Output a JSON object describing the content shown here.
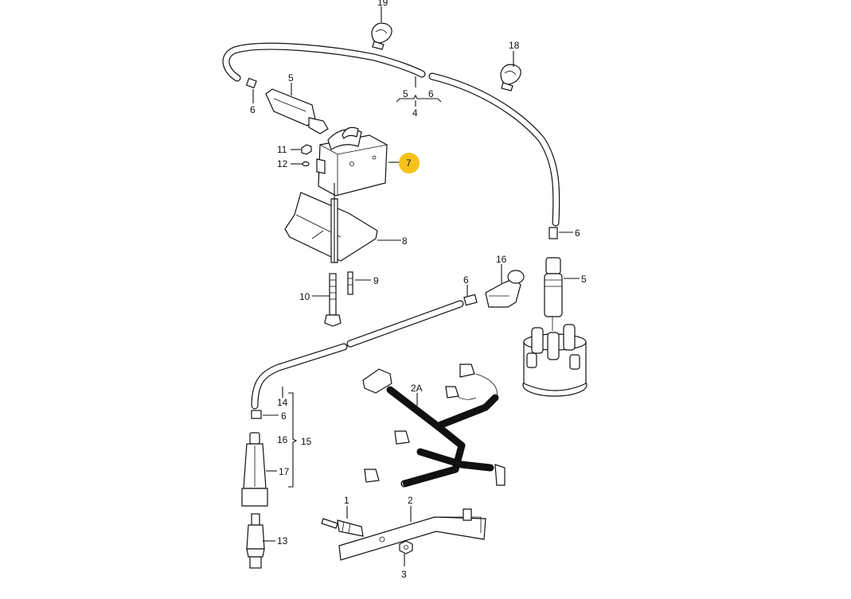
{
  "colors": {
    "highlight": "#f6c21a",
    "line": "#111111",
    "background": "#ffffff"
  },
  "labels": {
    "l19": "19",
    "l18": "18",
    "l5a": "5",
    "l6a": "6",
    "l5b": "5",
    "l6b": "6",
    "l4": "4",
    "l11": "11",
    "l12": "12",
    "l7": "7",
    "l8": "8",
    "l9": "9",
    "l10": "10",
    "l6c": "6",
    "l5c": "5",
    "l16a": "16",
    "l6d": "6",
    "l2A": "2A",
    "l14": "14",
    "l6e": "6",
    "l16b": "16",
    "l15": "15",
    "l17": "17",
    "l13": "13",
    "l1": "1",
    "l2": "2",
    "l3": "3"
  }
}
